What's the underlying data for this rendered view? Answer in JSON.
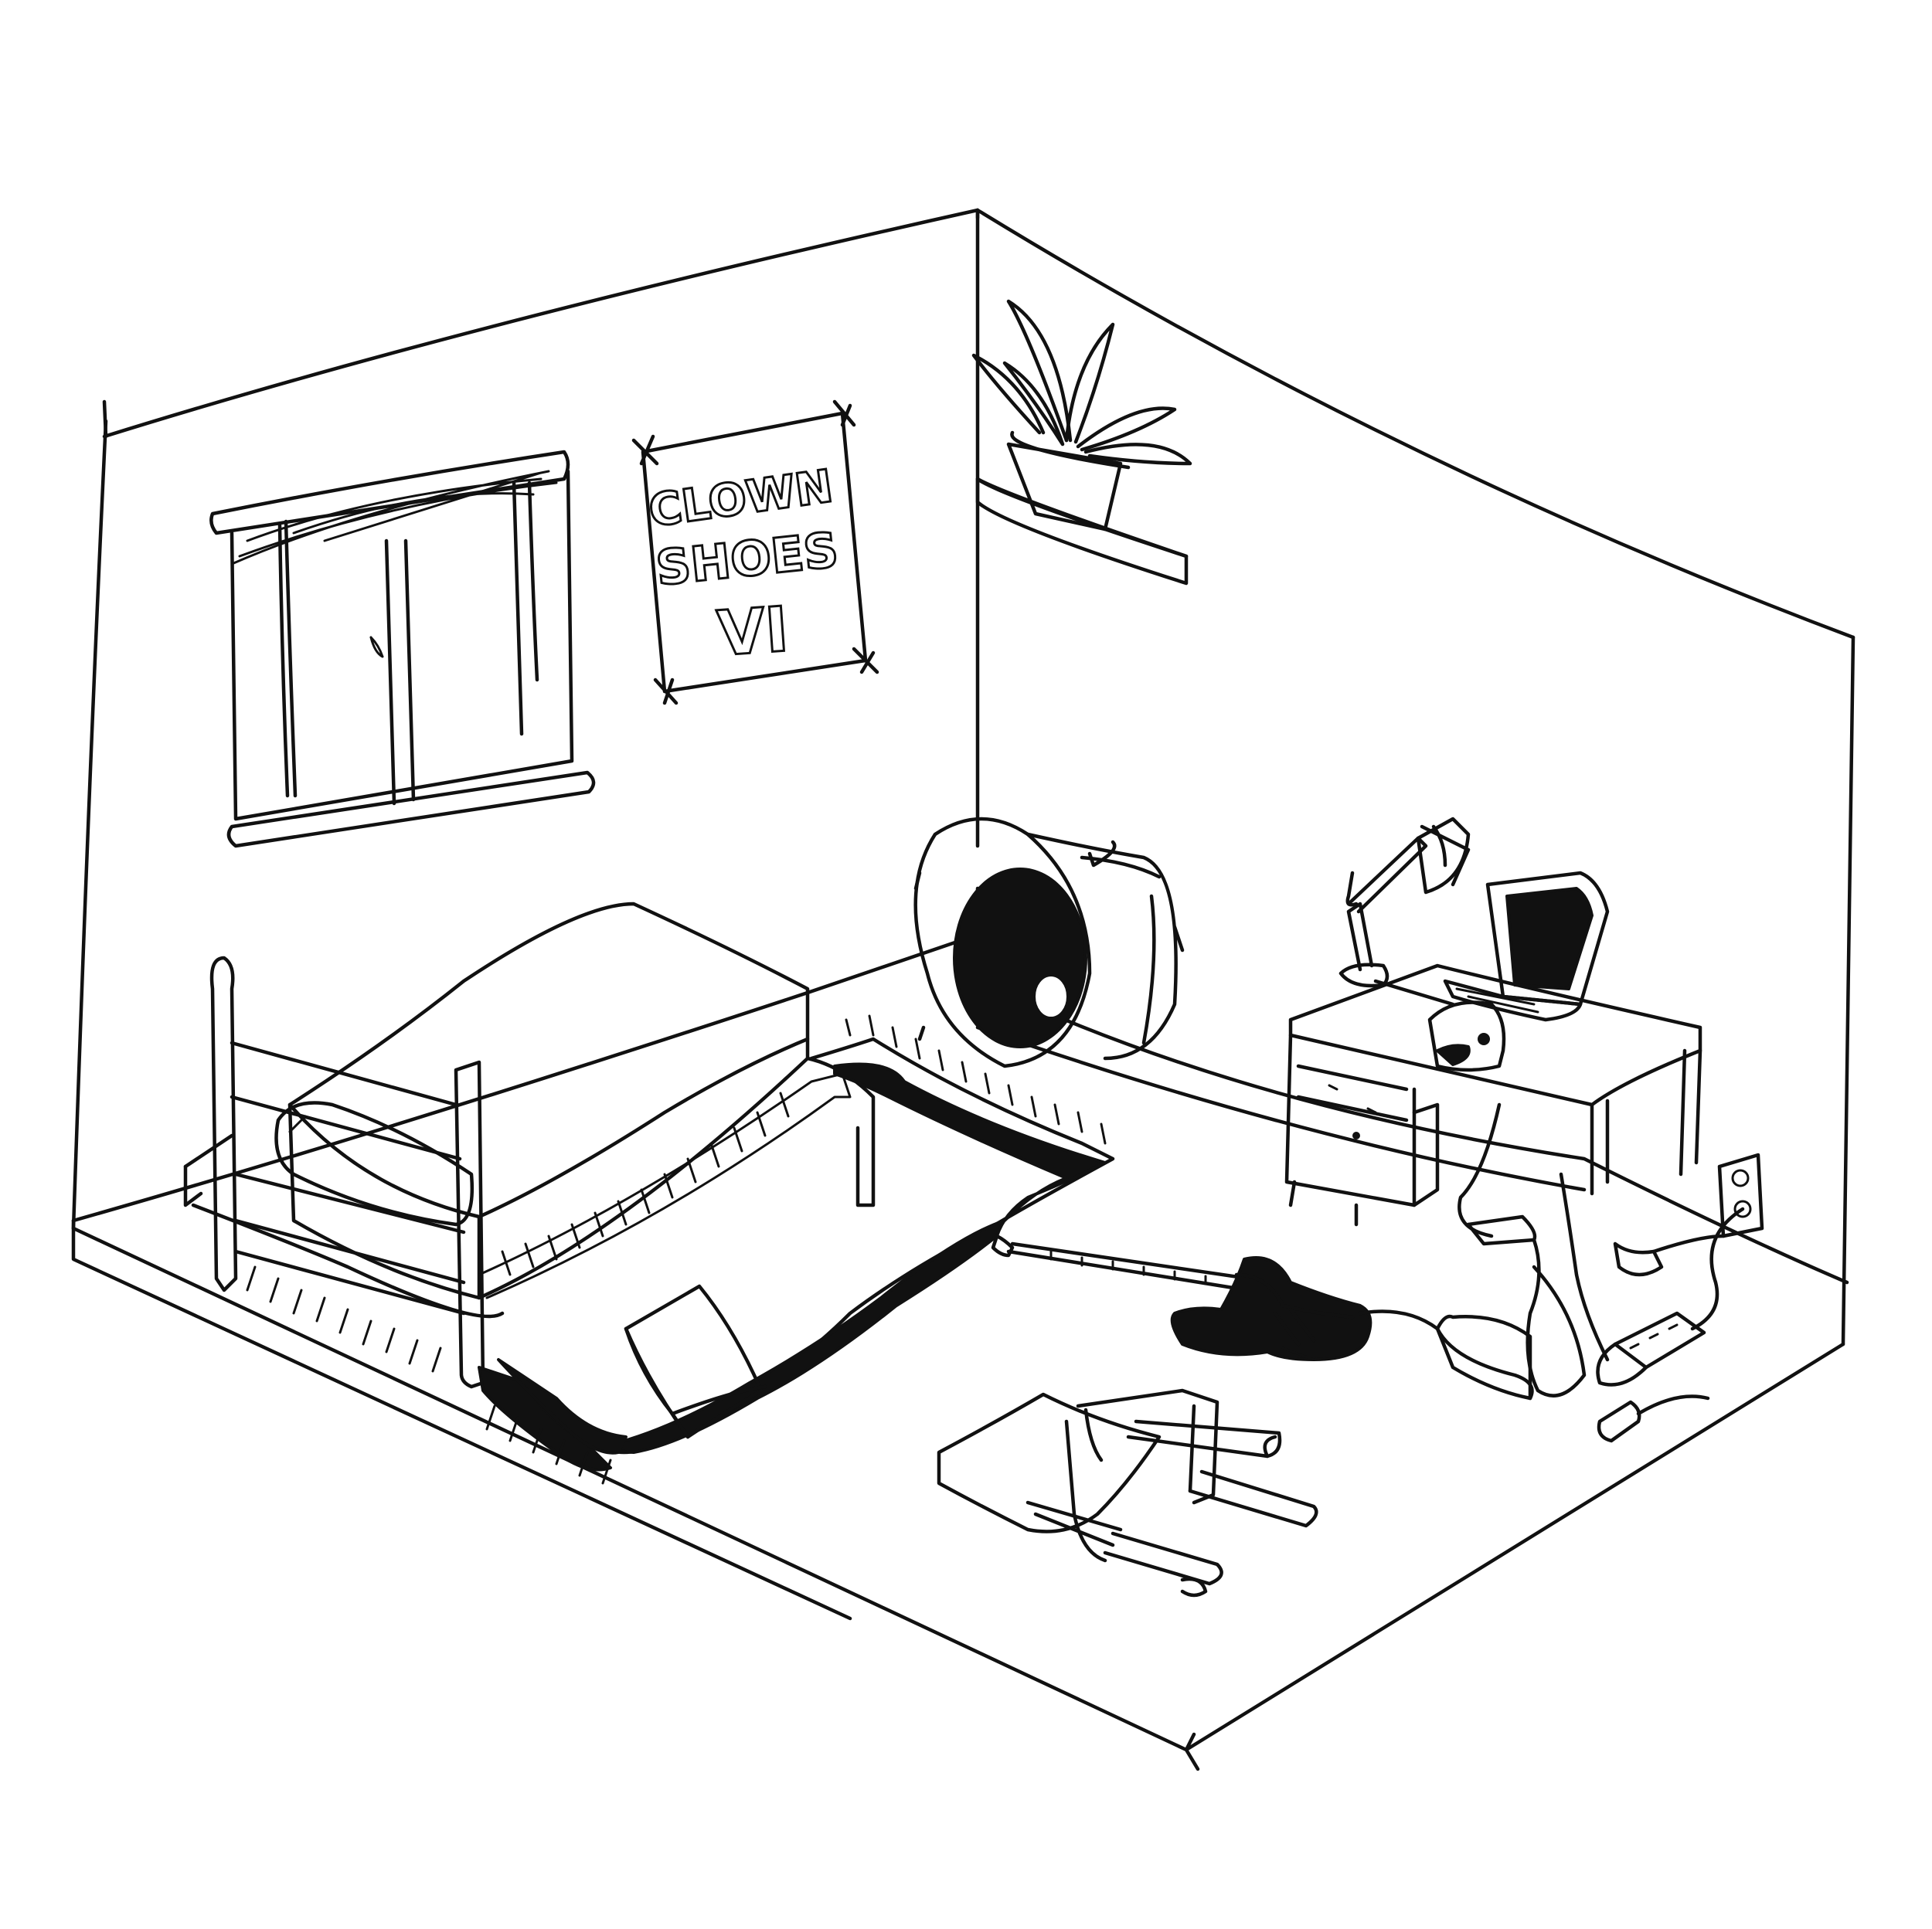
{
  "poster": {
    "line1": "CLOWN",
    "line2": "SHOES",
    "line3": "VI"
  },
  "colors": {
    "ink": "#111111",
    "paper": "#ffffff"
  }
}
